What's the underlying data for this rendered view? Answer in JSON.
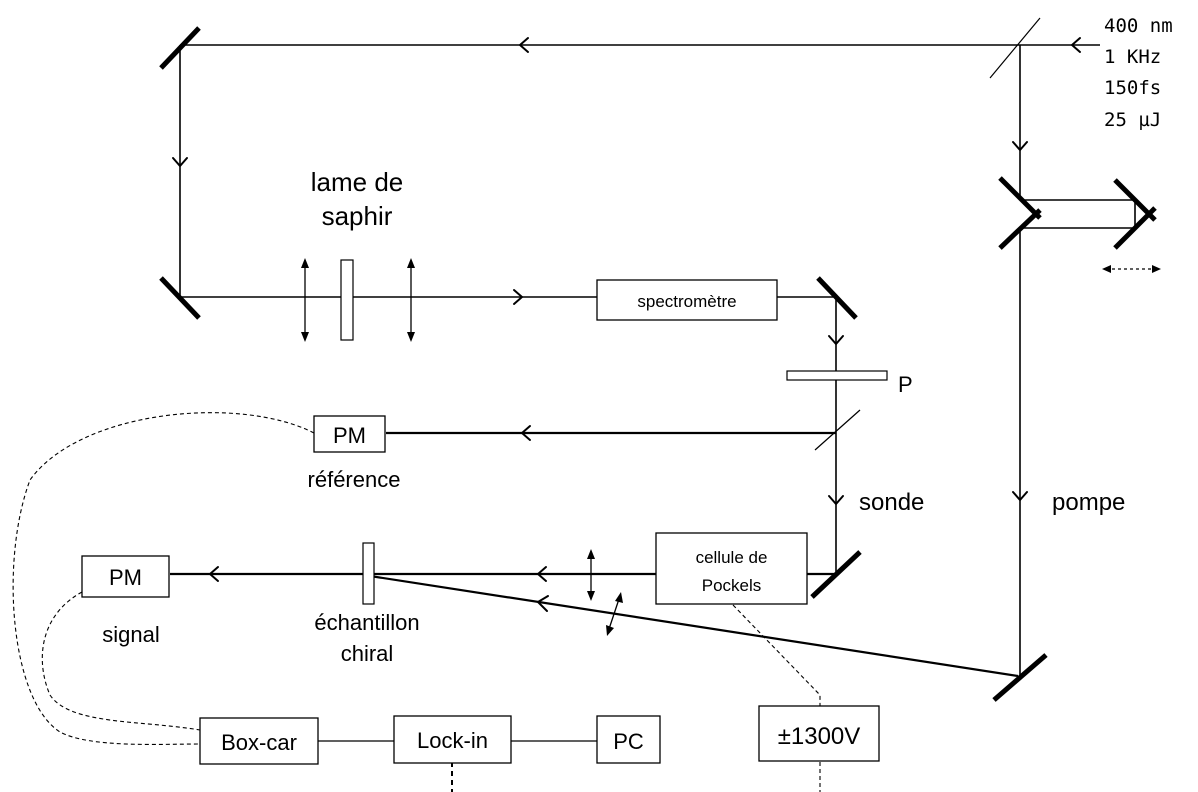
{
  "source": {
    "wavelength": "400 nm",
    "rate": "1 KHz",
    "duration": "150fs",
    "energy": "25 µJ"
  },
  "labels": {
    "sapphire_line1": "lame de",
    "sapphire_line2": "saphir",
    "polarizer": "P",
    "probe": "sonde",
    "pump": "pompe",
    "reference": "référence",
    "signal": "signal",
    "sample_line1": "échantillon",
    "sample_line2": "chiral"
  },
  "boxes": {
    "spectrometer": "spectromètre",
    "pm_reference": "PM",
    "pm_signal": "PM",
    "pockels_line1": "cellule de",
    "pockels_line2": "Pockels",
    "boxcar": "Box-car",
    "lockin": "Lock-in",
    "pc": "PC",
    "hv_supply": "±1300V"
  }
}
